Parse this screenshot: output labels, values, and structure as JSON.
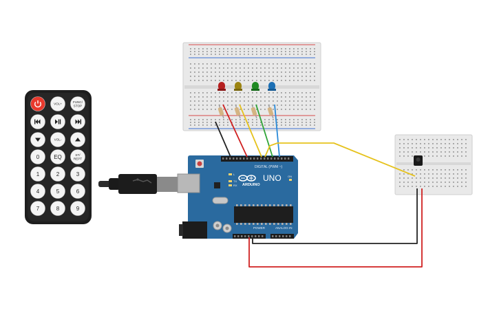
{
  "remote": {
    "buttons": [
      {
        "id": "power",
        "label": "",
        "icon": "power-icon",
        "color": "#e8392d"
      },
      {
        "id": "vol-up",
        "label": "VOL+"
      },
      {
        "id": "func-stop",
        "label": "FUNC/STOP"
      },
      {
        "id": "prev",
        "label": "",
        "icon": "skip-back-icon"
      },
      {
        "id": "play-pause",
        "label": "",
        "icon": "play-pause-icon"
      },
      {
        "id": "next",
        "label": "",
        "icon": "skip-forward-icon"
      },
      {
        "id": "down",
        "label": "",
        "icon": "triangle-down-icon"
      },
      {
        "id": "vol-down",
        "label": "VOL-"
      },
      {
        "id": "up",
        "label": "",
        "icon": "triangle-up-icon"
      },
      {
        "id": "zero",
        "label": "0"
      },
      {
        "id": "eq",
        "label": "EQ"
      },
      {
        "id": "st-rept",
        "label": "ST/REPT"
      },
      {
        "id": "one",
        "label": "1"
      },
      {
        "id": "two",
        "label": "2"
      },
      {
        "id": "three",
        "label": "3"
      },
      {
        "id": "four",
        "label": "4"
      },
      {
        "id": "five",
        "label": "5"
      },
      {
        "id": "six",
        "label": "6"
      },
      {
        "id": "seven",
        "label": "7"
      },
      {
        "id": "eight",
        "label": "8"
      },
      {
        "id": "nine",
        "label": "9"
      }
    ]
  },
  "arduino": {
    "brand": "ARDUINO",
    "model": "UNO",
    "digital_label": "DIGITAL (PWM ~)",
    "power_label": "POWER",
    "analog_label": "ANALOG IN",
    "tx_label": "TX",
    "rx_label": "RX",
    "l_label": "L",
    "on_label": "ON"
  },
  "leds": [
    {
      "name": "red",
      "color": "#b51f1f"
    },
    {
      "name": "yellow",
      "color": "#9c8412"
    },
    {
      "name": "green",
      "color": "#1f8a23"
    },
    {
      "name": "blue",
      "color": "#1c6fb4"
    }
  ],
  "wires": [
    {
      "name": "black-wire-led-gnd",
      "color": "#222222"
    },
    {
      "name": "red-wire-led",
      "color": "#d02020"
    },
    {
      "name": "yellow-wire-led",
      "color": "#e6c21c"
    },
    {
      "name": "green-wire-led",
      "color": "#2ea436"
    },
    {
      "name": "blue-wire-led",
      "color": "#2a8ad8"
    },
    {
      "name": "yellow-wire-ir-signal",
      "color": "#e6c21c"
    },
    {
      "name": "black-wire-ir-gnd",
      "color": "#222222"
    },
    {
      "name": "red-wire-ir-power",
      "color": "#d02020"
    }
  ],
  "colors": {
    "board": "#2a6a9f",
    "remote": "#1e1e1e",
    "breadboard": "#e9e9e9"
  }
}
